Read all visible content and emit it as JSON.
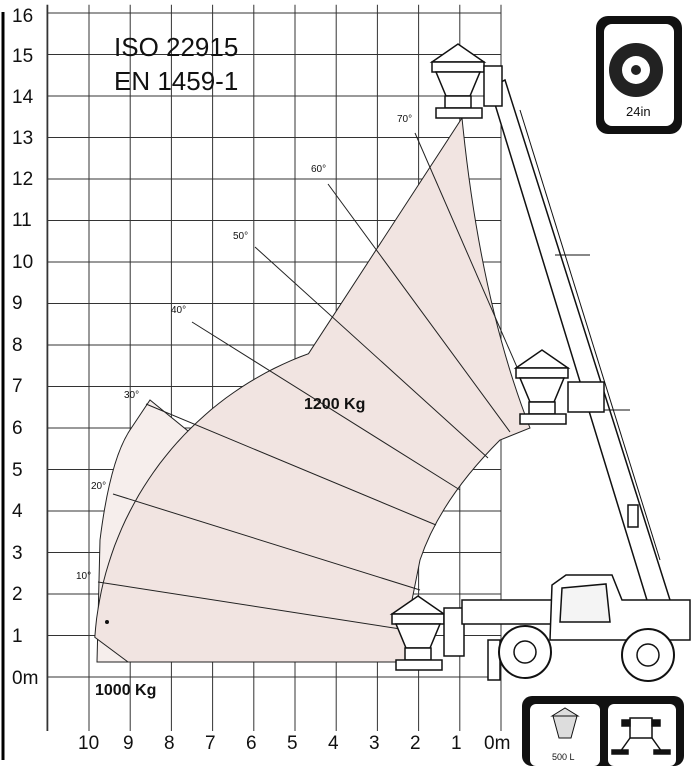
{
  "chart_data": {
    "type": "load_chart",
    "standards": [
      "ISO 22915",
      "EN 1459-1"
    ],
    "y_unit_label": "0m",
    "x_unit_label": "0m",
    "y_ticks": [
      "0m",
      "1",
      "2",
      "3",
      "4",
      "5",
      "6",
      "7",
      "8",
      "9",
      "10",
      "11",
      "12",
      "13",
      "14",
      "15",
      "16"
    ],
    "x_ticks": [
      "10",
      "9",
      "8",
      "7",
      "6",
      "5",
      "4",
      "3",
      "2",
      "1",
      "0m"
    ],
    "boom_angles": [
      "10°",
      "20°",
      "30°",
      "40°",
      "50°",
      "60°",
      "70°"
    ],
    "zones": [
      {
        "label": "1200 Kg",
        "reach_max_m": 8.9,
        "height_max_m": 13.5
      },
      {
        "label": "1000 Kg",
        "reach_max_m": 9.7,
        "height_max_m": 6.0
      }
    ],
    "tyre_label": "24in",
    "attachment_label": "500 L"
  },
  "colors": {
    "zone_fill": "#f3e8e6",
    "grid": "#333333",
    "ink": "#111111"
  }
}
